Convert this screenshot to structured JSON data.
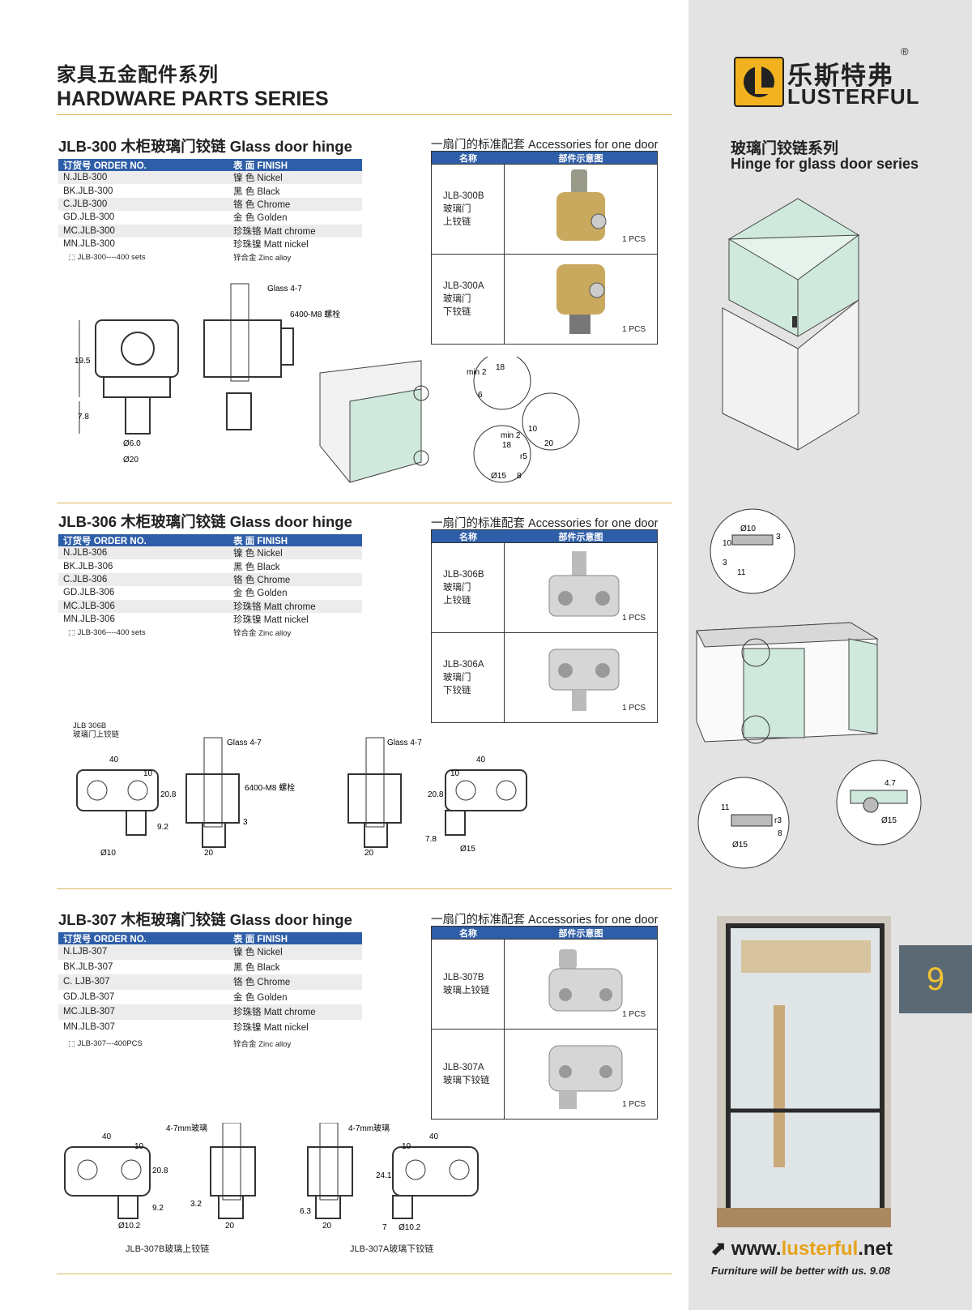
{
  "header": {
    "title_cn": "家具五金配件系列",
    "title_en": "HARDWARE PARTS SERIES"
  },
  "brand": {
    "name_cn": "乐斯特弗",
    "name_en": "LUSTERFUL",
    "reg": "®",
    "series_cn": "玻璃门铰链系列",
    "series_en": "Hinge for glass door series",
    "page_number": "9",
    "website_prefix": "www.",
    "website_brand": "lusterful",
    "website_suffix": ".net",
    "slogan": "Furniture will be better with us. 9.08",
    "accent": "#f2b21f",
    "tab_color": "#5b6975"
  },
  "table_headers": {
    "order": "订货号 ORDER NO.",
    "finish": "表 面 FINISH",
    "acc_title": "一扇门的标准配套 Accessories for one door",
    "acc_name": "名称",
    "acc_diagram": "部件示意图",
    "pcs": "1 PCS"
  },
  "products": [
    {
      "title": "JLB-300 木柜玻璃门铰链 Glass door hinge",
      "rows": [
        [
          "N.JLB-300",
          "镍 色 Nickel"
        ],
        [
          "BK.JLB-300",
          "黑 色 Black"
        ],
        [
          "C.JLB-300",
          "铬 色 Chrome"
        ],
        [
          "GD.JLB-300",
          "金 色 Golden"
        ],
        [
          "MC.JLB-300",
          "珍珠铬 Matt chrome"
        ],
        [
          "MN.JLB-300",
          "珍珠镍 Matt nickel"
        ]
      ],
      "pack": "JLB-300----400 sets",
      "material": "锌合金 Zinc alloy",
      "acc": [
        {
          "name": "JLB-300B\n玻璃门\n上铰链"
        },
        {
          "name": "JLB-300A\n玻璃门\n下铰链"
        }
      ],
      "dims": {
        "glass": "Glass 4-7",
        "screw": "6400-M8 螺栓",
        "h1": "19.5",
        "h2": "7.8",
        "d1": "Ø6.0",
        "d2": "Ø20",
        "m1": "min 2",
        "m2": "18",
        "m3": "6",
        "m4": "min 2",
        "m5": "18",
        "m6": "r5",
        "m7": "Ø15",
        "m8": "8",
        "m9": "10",
        "m10": "20"
      }
    },
    {
      "title": "JLB-306 木柜玻璃门铰链 Glass door hinge",
      "rows": [
        [
          "N.JLB-306",
          "镍 色 Nickel"
        ],
        [
          "BK.JLB-306",
          "黑 色 Black"
        ],
        [
          "C.JLB-306",
          "铬 色 Chrome"
        ],
        [
          "GD.JLB-306",
          "金 色 Golden"
        ],
        [
          "MC.JLB-306",
          "珍珠铬 Matt chrome"
        ],
        [
          "MN.JLB-306",
          "珍珠镍 Matt nickel"
        ]
      ],
      "pack": "JLB-306----400 sets",
      "material": "锌合金 Zinc alloy",
      "acc": [
        {
          "name": "JLB-306B\n玻璃门\n上铰链"
        },
        {
          "name": "JLB-306A\n玻璃门\n下铰链"
        }
      ],
      "dims": {
        "label": "JLB 306B\n玻璃门上铰链",
        "glass": "Glass 4-7",
        "screw": "6400-M8 螺栓",
        "w": "40",
        "a": "10",
        "h": "20.8",
        "b": "9.2",
        "d": "Ø10",
        "w2": "20",
        "c": "3",
        "h2": "7.8",
        "d2": "Ø15",
        "m1": "Ø10",
        "m2": "3",
        "m3": "10",
        "m4": "11",
        "m5": "3",
        "m6": "11",
        "m7": "r3",
        "m8": "Ø15",
        "m9": "8",
        "m10": "4.7",
        "m11": "Ø15"
      }
    },
    {
      "title": "JLB-307  木柜玻璃门铰链 Glass door hinge",
      "rows": [
        [
          "N.LJB-307",
          "镍 色 Nickel"
        ],
        [
          "BK.JLB-307",
          "黑 色  Black"
        ],
        [
          "C. LJB-307",
          "铬 色 Chrome"
        ],
        [
          "GD.JLB-307",
          "金 色  Golden"
        ],
        [
          "MC.JLB-307",
          "珍珠铬  Matt chrome"
        ],
        [
          "MN.JLB-307",
          "珍珠镍  Matt nickel"
        ]
      ],
      "pack": "JLB-307---400PCS",
      "material": "锌合金  Zinc alloy",
      "acc": [
        {
          "name": "JLB-307B\n玻璃上铰链"
        },
        {
          "name": "JLB-307A\n玻璃下铰链"
        }
      ],
      "dims": {
        "glass": "4-7mm玻璃",
        "w": "40",
        "a": "10",
        "h": "20.8",
        "b": "9.2",
        "c": "3.2",
        "d": "Ø10.2",
        "w2": "20",
        "h2": "24.1",
        "e": "6.3",
        "f": "7",
        "cap_b": "JLB-307B玻璃上铰链",
        "cap_a": "JLB-307A玻璃下铰链"
      }
    }
  ]
}
